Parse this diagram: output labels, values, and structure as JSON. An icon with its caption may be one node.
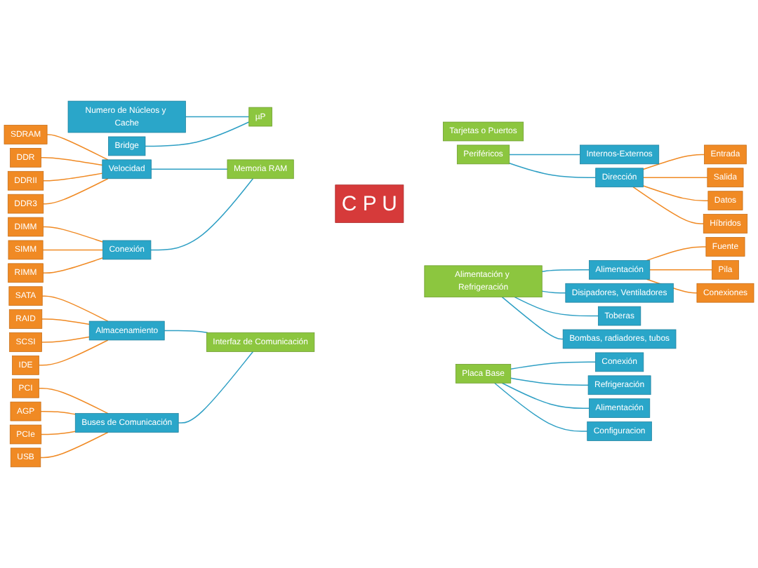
{
  "diagram": {
    "nodes": [
      {
        "text": [
          "C P U"
        ]
      },
      {
        "text": [
          "µP"
        ]
      },
      {
        "text": [
          "Numero de Núcleos y Cache"
        ]
      },
      {
        "text": [
          "Bridge"
        ]
      },
      {
        "text": [
          "Memoria RAM"
        ]
      },
      {
        "text": [
          "Velocidad"
        ]
      },
      {
        "text": [
          "Conexión"
        ]
      },
      {
        "text": [
          "SDRAM"
        ]
      },
      {
        "text": [
          "DDR"
        ]
      },
      {
        "text": [
          "DDRII"
        ]
      },
      {
        "text": [
          "DDR3"
        ]
      },
      {
        "text": [
          "DIMM"
        ]
      },
      {
        "text": [
          "SIMM"
        ]
      },
      {
        "text": [
          "RIMM"
        ]
      },
      {
        "text": [
          "Interfaz de Comunicación"
        ]
      },
      {
        "text": [
          "Almacenamiento"
        ]
      },
      {
        "text": [
          "Buses de Comunicación"
        ]
      },
      {
        "text": [
          "SATA"
        ]
      },
      {
        "text": [
          "RAID"
        ]
      },
      {
        "text": [
          "SCSI"
        ]
      },
      {
        "text": [
          "IDE"
        ]
      },
      {
        "text": [
          "PCI"
        ]
      },
      {
        "text": [
          "AGP"
        ]
      },
      {
        "text": [
          "PCIe"
        ]
      },
      {
        "text": [
          "USB"
        ]
      },
      {
        "text": [
          "Tarjetas o Puertos"
        ]
      },
      {
        "text": [
          "Periféricos"
        ]
      },
      {
        "text": [
          "Internos-Externos"
        ]
      },
      {
        "text": [
          "Dirección"
        ]
      },
      {
        "text": [
          "Entrada"
        ]
      },
      {
        "text": [
          "Salida"
        ]
      },
      {
        "text": [
          "Datos"
        ]
      },
      {
        "text": [
          "Híbridos"
        ]
      },
      {
        "text": [
          "Alimentación y Refrigeración"
        ]
      },
      {
        "text": [
          "Alimentación"
        ]
      },
      {
        "text": [
          "Disipadores, Ventiladores"
        ]
      },
      {
        "text": [
          "Toberas"
        ]
      },
      {
        "text": [
          "Bombas, radiadores, tubos"
        ]
      },
      {
        "text": [
          "Fuente"
        ]
      },
      {
        "text": [
          "Pila"
        ]
      },
      {
        "text": [
          "Conexiones"
        ]
      },
      {
        "text": [
          "Placa Base"
        ]
      },
      {
        "text": [
          "Conexión"
        ]
      },
      {
        "text": [
          "Refrigeración"
        ]
      },
      {
        "text": [
          "Alimentación"
        ]
      },
      {
        "text": [
          "Configuracion"
        ]
      }
    ],
    "edges": [
      {
        "from": 7,
        "to": 5,
        "arrow": "none"
      },
      {
        "from": 8,
        "to": 5,
        "arrow": "none"
      },
      {
        "from": 9,
        "to": 5,
        "arrow": "none"
      },
      {
        "from": 10,
        "to": 5,
        "arrow": "none"
      },
      {
        "from": 11,
        "to": 6,
        "arrow": "none"
      },
      {
        "from": 12,
        "to": 6,
        "arrow": "none"
      },
      {
        "from": 13,
        "to": 6,
        "arrow": "none"
      },
      {
        "from": 2,
        "to": 1,
        "arrow": "none",
        "color": "#2e9fc4"
      },
      {
        "from": 3,
        "to": 1,
        "arrow": "none",
        "color": "#2e9fc4"
      },
      {
        "from": 5,
        "to": 4,
        "arrow": "none",
        "color": "#2e9fc4"
      },
      {
        "from": 6,
        "to": 4,
        "arrow": "none",
        "color": "#2e9fc4"
      },
      {
        "from": 17,
        "to": 15,
        "arrow": "none"
      },
      {
        "from": 18,
        "to": 15,
        "arrow": "none"
      },
      {
        "from": 19,
        "to": 15,
        "arrow": "none"
      },
      {
        "from": 20,
        "to": 15,
        "arrow": "none"
      },
      {
        "from": 21,
        "to": 16,
        "arrow": "none"
      },
      {
        "from": 22,
        "to": 16,
        "arrow": "none"
      },
      {
        "from": 23,
        "to": 16,
        "arrow": "none"
      },
      {
        "from": 24,
        "to": 16,
        "arrow": "none"
      },
      {
        "from": 15,
        "to": 14,
        "arrow": "none",
        "color": "#2e9fc4"
      },
      {
        "from": 16,
        "to": 14,
        "arrow": "none",
        "color": "#2e9fc4"
      },
      {
        "from": 26,
        "to": 27,
        "arrow": "none",
        "color": "#2e9fc4"
      },
      {
        "from": 26,
        "to": 28,
        "arrow": "none",
        "color": "#2e9fc4"
      },
      {
        "from": 28,
        "to": 29,
        "arrow": "none"
      },
      {
        "from": 28,
        "to": 30,
        "arrow": "none"
      },
      {
        "from": 28,
        "to": 31,
        "arrow": "none"
      },
      {
        "from": 28,
        "to": 32,
        "arrow": "none"
      },
      {
        "from": 33,
        "to": 34,
        "arrow": "none",
        "color": "#2e9fc4"
      },
      {
        "from": 33,
        "to": 35,
        "arrow": "none",
        "color": "#2e9fc4"
      },
      {
        "from": 33,
        "to": 36,
        "arrow": "none",
        "color": "#2e9fc4"
      },
      {
        "from": 33,
        "to": 37,
        "arrow": "none",
        "color": "#2e9fc4"
      },
      {
        "from": 34,
        "to": 38,
        "arrow": "none"
      },
      {
        "from": 34,
        "to": 39,
        "arrow": "none"
      },
      {
        "from": 34,
        "to": 40,
        "arrow": "none"
      },
      {
        "from": 41,
        "to": 42,
        "arrow": "none",
        "color": "#2e9fc4"
      },
      {
        "from": 41,
        "to": 43,
        "arrow": "none",
        "color": "#2e9fc4"
      },
      {
        "from": 41,
        "to": 44,
        "arrow": "none",
        "color": "#2e9fc4"
      },
      {
        "from": 41,
        "to": 45,
        "arrow": "none",
        "color": "#2e9fc4"
      }
    ]
  }
}
